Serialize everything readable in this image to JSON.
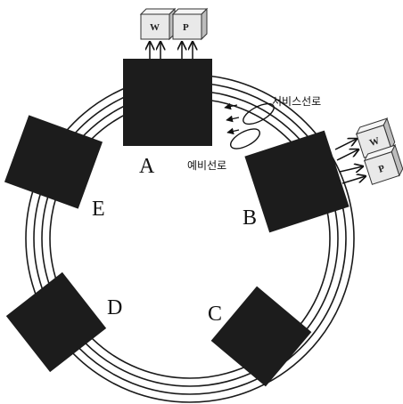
{
  "nodes": {
    "a": {
      "label": "A"
    },
    "b": {
      "label": "B"
    },
    "c": {
      "label": "C"
    },
    "d": {
      "label": "D"
    },
    "e": {
      "label": "E"
    }
  },
  "endpoints": {
    "top": {
      "left": "W",
      "right": "P"
    },
    "right": {
      "top": "W",
      "bottom": "P"
    }
  },
  "callouts": {
    "service_line": "서비스선로",
    "backup_line": "예비선로"
  },
  "colors": {
    "node_fill": "#1c1c1c",
    "ring_stroke": "#1a1a1a",
    "endpoint_face": "#e9e9e9",
    "endpoint_side": "#bdbdbd"
  }
}
